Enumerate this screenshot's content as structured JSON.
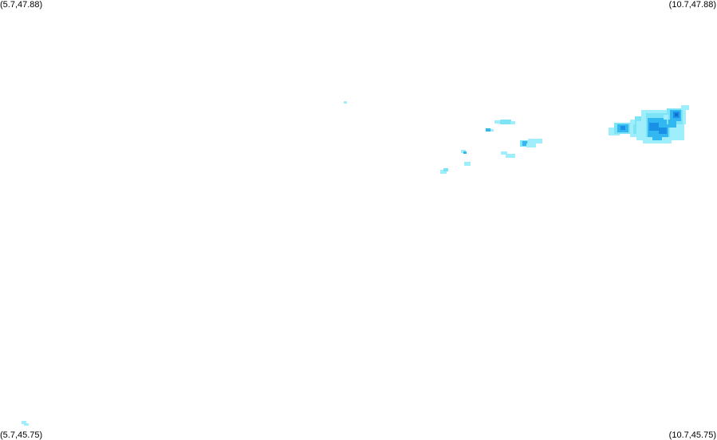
{
  "map": {
    "corner_labels": {
      "top_left": "(5.7,47.88)",
      "top_right": "(10.7,47.88)",
      "bottom_left": "(5.7,45.75)",
      "bottom_right": "(10.7,45.75)"
    },
    "precipitation_colors": {
      "light": "#9eeefc",
      "light_alt": "#7fe3f6",
      "moderate": "#33b7f0",
      "heavy": "#1a8fe6",
      "intense": "#0f6fcf"
    }
  }
}
